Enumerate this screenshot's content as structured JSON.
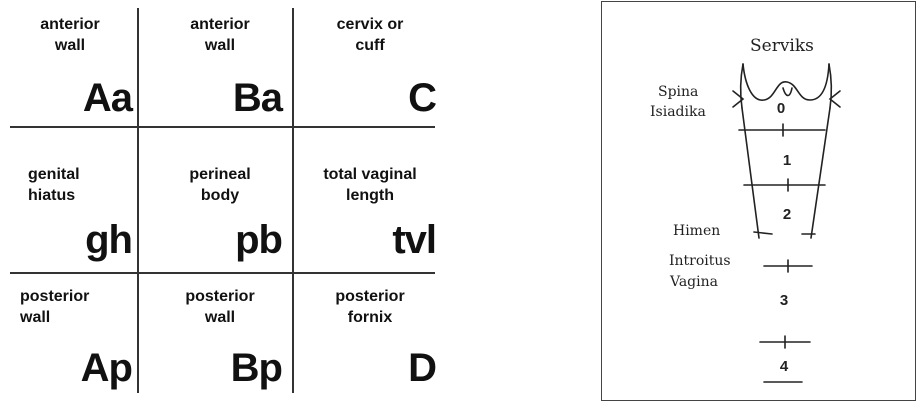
{
  "grid": {
    "cells": [
      {
        "desc": "anterior\nwall",
        "code": "Aa"
      },
      {
        "desc": "anterior\nwall",
        "code": "Ba"
      },
      {
        "desc": "cervix or\ncuff",
        "code": "C"
      },
      {
        "desc": "genital\nhiatus",
        "code": "gh"
      },
      {
        "desc": "perineal\nbody",
        "code": "pb"
      },
      {
        "desc": "total vaginal\nlength",
        "code": "tvl"
      },
      {
        "desc": "posterior\nwall",
        "code": "Ap"
      },
      {
        "desc": "posterior\nwall",
        "code": "Bp"
      },
      {
        "desc": "posterior\nfornix",
        "code": "D"
      }
    ]
  },
  "scale": {
    "title": "Serviks",
    "spina_line1": "Spina",
    "spina_line2": "Isiadika",
    "himen": "Himen",
    "introitus_line1": "Introitus",
    "introitus_line2": "Vagina",
    "levels": [
      "0",
      "1",
      "2",
      "3",
      "4"
    ]
  }
}
